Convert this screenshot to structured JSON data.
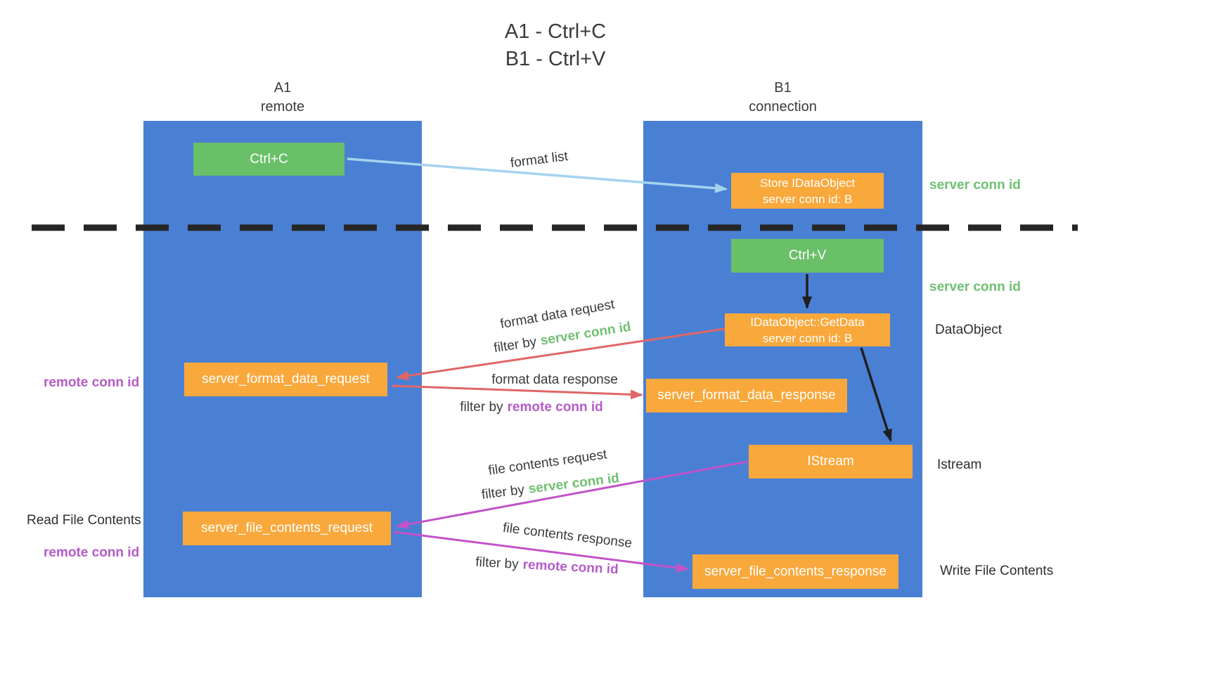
{
  "title": {
    "line1": "A1 - Ctrl+C",
    "line2": "B1 - Ctrl+V"
  },
  "lanes": {
    "a1": {
      "title": "A1",
      "subtitle": "remote"
    },
    "b1": {
      "title": "B1",
      "subtitle": "connection"
    }
  },
  "nodes": {
    "ctrl_c": {
      "label": "Ctrl+C"
    },
    "store_idataobject": {
      "line1": "Store IDataObject",
      "line2": "server conn id: B"
    },
    "ctrl_v": {
      "label": "Ctrl+V"
    },
    "idataobject_getdata": {
      "line1": "IDataObject::GetData",
      "line2": "server conn id: B"
    },
    "server_format_data_request": {
      "label": "server_format_data_request"
    },
    "server_format_data_response": {
      "label": "server_format_data_response"
    },
    "istream": {
      "label": "IStream"
    },
    "server_file_contents_request": {
      "label": "server_file_contents_request"
    },
    "server_file_contents_response": {
      "label": "server_file_contents_response"
    }
  },
  "edge_labels": {
    "format_list": "format list",
    "format_data_request": "format data request",
    "format_data_response": "format data response",
    "file_contents_request": "file contents request",
    "file_contents_response": "file contents response",
    "filter_by": "filter by",
    "server_conn_id": "server conn id",
    "remote_conn_id": "remote conn id"
  },
  "annotations": {
    "right": {
      "server_conn_id_1": "server conn id",
      "server_conn_id_2": "server conn id",
      "dataobject": "DataObject",
      "istream": "Istream",
      "write_file_contents": "Write File Contents"
    },
    "left": {
      "remote_conn_id_1": "remote conn id",
      "read_file_contents": "Read File Contents",
      "remote_conn_id_2": "remote conn id"
    }
  },
  "colors": {
    "lane_blue": "#4a80d4",
    "box_green": "#6abf69",
    "box_orange": "#f9a83c",
    "arrow_light_blue": "#a5d3ee",
    "arrow_red": "#e06666",
    "arrow_magenta": "#c253c9",
    "arrow_black": "#1f1f1f",
    "text_green": "#6fc071",
    "text_purple": "#b45bc8"
  }
}
